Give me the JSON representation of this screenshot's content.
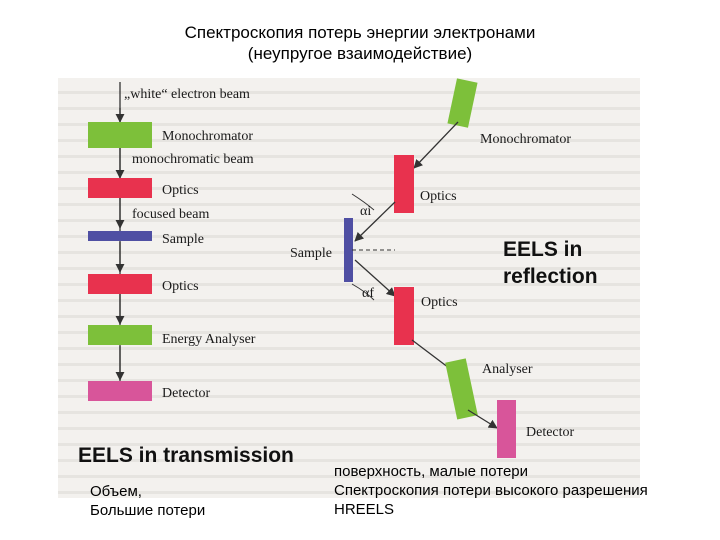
{
  "title": {
    "line1": "Спектроскопия потерь энергии электронами",
    "line2": "(неупругое взаимодействие)"
  },
  "transmission": {
    "beam_label": "„white“ electron beam",
    "monochromator": "Monochromator",
    "mono_beam": "monochromatic beam",
    "optics_1": "Optics",
    "focused_beam": "focused beam",
    "sample": "Sample",
    "optics_2": "Optics",
    "energy_analyser": "Energy Analyser",
    "detector": "Detector",
    "heading": "EELS in transmission"
  },
  "reflection": {
    "monochromator": "Monochromator",
    "optics_in": "Optics",
    "alpha_i": "αi",
    "sample": "Sample",
    "alpha_f": "αf",
    "heading_line1": "EELS in",
    "heading_line2": "reflection",
    "optics_out": "Optics",
    "analyser": "Analyser",
    "detector": "Detector"
  },
  "captions": {
    "left_line1": "Объем,",
    "left_line2": "Большие потери",
    "right_line1": "поверхность, малые потери",
    "right_line2": "Спектроскопия потери высокого разрешения",
    "right_line3": "HREELS"
  },
  "colors": {
    "monochromator": "#7dc03a",
    "optics": "#e8324e",
    "sample": "#4f4fa3",
    "analyser": "#7dc03a",
    "detector": "#d8559a",
    "background_scan": "#f3f1ee"
  }
}
